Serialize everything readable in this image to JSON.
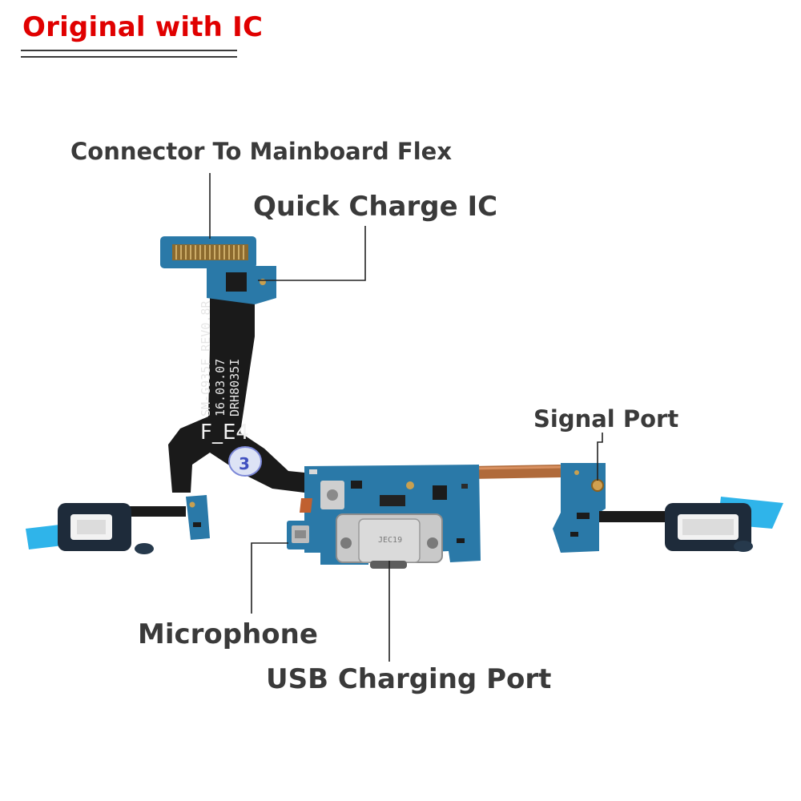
{
  "header": {
    "title": "Original with IC"
  },
  "callouts": {
    "connector": "Connector To Mainboard Flex",
    "quick_charge_ic": "Quick Charge IC",
    "signal_port": "Signal Port",
    "microphone": "Microphone",
    "usb_port": "USB Charging Port"
  },
  "board": {
    "silkscreen_lines": [
      "SM-G935F REV0.8R",
      "16.03.07",
      "DRH8035I"
    ],
    "flex_mark": "F_E4",
    "sticker_text": "3",
    "usb_mark": "JEC19"
  },
  "colors": {
    "title": "#e00000",
    "label": "#3a3a3a",
    "pcb_blue": "#2a79a8",
    "flex_black": "#1a1a1a",
    "coax_copper": "#b06a3a",
    "tab_cyan": "#2fb4ea"
  }
}
